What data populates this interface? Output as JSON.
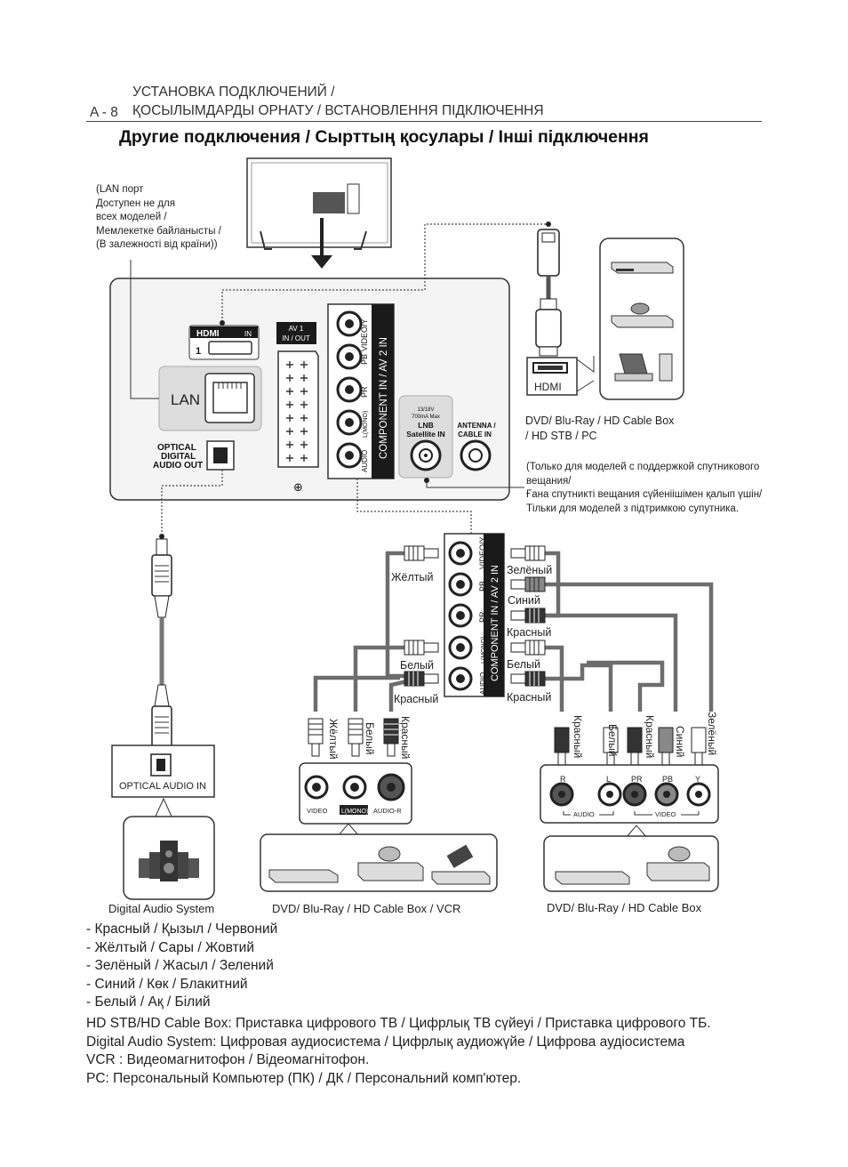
{
  "header": {
    "page_label": "A - 8",
    "line1": "УСТАНОВКА ПОДКЛЮЧЕНИЙ /",
    "line2": "ҚОСЫЛЫМДАРДЫ ОРНАТУ / ВСТАНОВЛЕННЯ ПІДКЛЮЧЕННЯ"
  },
  "title": "Другие подключения / Сырттың қосулары / Інші підключення",
  "lan_note": [
    "(LAN порт",
    "Доступен не для",
    "всех моделей /",
    "Мемлекетке байланысты /",
    "(В залежності від країни))"
  ],
  "panel": {
    "hdmi_in": "IN",
    "hdmi_port": "1",
    "lan": "LAN",
    "optical_line1": "OPTICAL",
    "optical_line2": "DIGITAL",
    "optical_line3": "AUDIO OUT",
    "av1_line1": "AV 1",
    "av1_line2": "IN / OUT",
    "component_label": "COMPONENT IN / AV 2 IN",
    "video_y": "VIDEO/Y",
    "pb": "PB",
    "pr": "PR",
    "l_mono": "L(MONO)",
    "audio_r": "AUDIO",
    "lnb_line1": "13/18V",
    "lnb_line2": "700mA Max",
    "lnb_line3": "LNB",
    "lnb_line4": "Satellite IN",
    "antenna_line1": "ANTENNA /",
    "antenna_line2": "CABLE IN"
  },
  "hdmi_device": {
    "label": "HDMI",
    "caption_line1": "DVD/ Blu-Ray / HD Cable Box",
    "caption_line2": "/ HD STB / PC"
  },
  "satellite_note": [
    "(Только для моделей с поддержкой спутникового",
    "вещания/",
    "Ғана спутникті вещания сүйеніішімен қалып үшін/",
    "Тільки для моделей з підтримкою супутника."
  ],
  "rca_labels": {
    "yellow": "Жёлтый",
    "white": "Белый",
    "red": "Красный",
    "green": "Зелёный",
    "blue": "Синий"
  },
  "optical": {
    "label": "OPTICAL AUDIO IN",
    "caption": "Digital Audio System"
  },
  "vcr_box": {
    "video": "VIDEO",
    "l_mono": "L(MONO)",
    "audio_r": "AUDIO-R",
    "caption": "DVD/ Blu-Ray / HD Cable Box / VCR"
  },
  "comp_box": {
    "r": "R",
    "l": "L",
    "pr": "PR",
    "pb": "PB",
    "y": "Y",
    "audio": "AUDIO",
    "video": "VIDEO",
    "caption": "DVD/ Blu-Ray / HD Cable Box"
  },
  "legend": [
    "- Красный / Қызыл / Червоний",
    "- Жёлтый / Сары / Жовтий",
    "- Зелёный / Жасыл / Зелений",
    "- Синий / Көк / Блакитний",
    "- Белый / Ақ / Білий"
  ],
  "glossary": [
    "HD STB/HD Cable Box: Приставка цифрового ТВ / Цифрлық ТВ сүйеуі / Приставка цифрового ТБ.",
    "Digital Audio System: Цифровая аудиосистема / Цифрлық аудиожүйе / Цифрова аудіосистема",
    "VCR : Видеомагнитофон / Відеомагнітофон.",
    "PC: Персональный Компьютер (ПК) / ДК / Персональний комп'ютер."
  ],
  "colors": {
    "ink": "#222222",
    "cable": "#6d6d6d",
    "panel_fill": "#f4f4f4",
    "hdmi_badge": "#1a1a1a"
  }
}
